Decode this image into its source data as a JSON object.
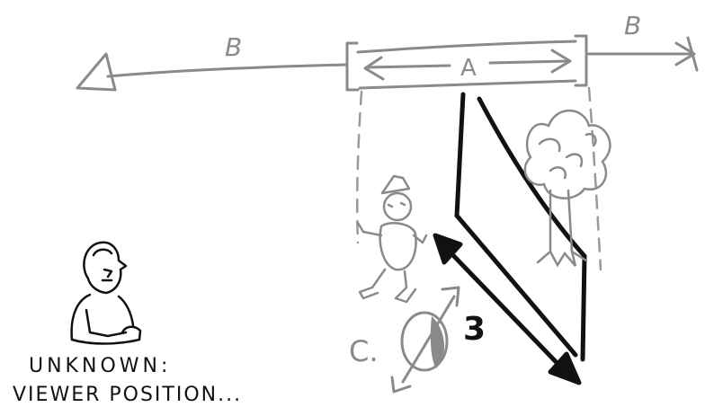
{
  "labels": {
    "b_left": "B",
    "b_right": "B",
    "a": "A",
    "c": "C.",
    "three": "3",
    "caption_line1": "UNKNOWN:",
    "caption_line2": "VIEWER POSITION..."
  },
  "colors": {
    "grey": "#8a8a8a",
    "dark": "#111111",
    "light_grey": "#9a9a9a"
  }
}
